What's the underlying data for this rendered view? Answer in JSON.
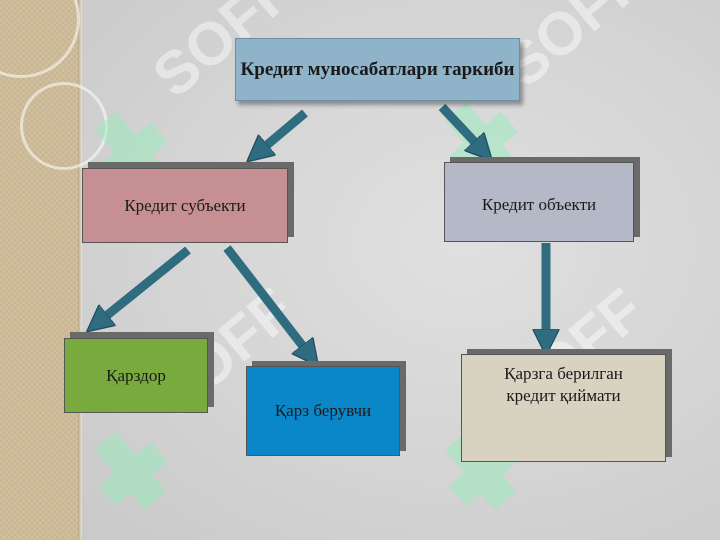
{
  "diagram": {
    "title": "Кредит муносабатлари таркиби",
    "subject": "Кредит субъекти",
    "object": "Кредит объекти",
    "borrower": "Қарздор",
    "lender": "Қарз берувчи",
    "value": "Қарзга берилган кредит қиймати"
  },
  "colors": {
    "title_box": "#8fb4c9",
    "subject_box": "#c58f93",
    "object_box": "#b5b8c6",
    "borrower_box": "#79aa3d",
    "lender_box": "#0a87c9",
    "value_box": "#d8d2c1",
    "arrow": "#2f6c80"
  },
  "watermark": "SOFF"
}
